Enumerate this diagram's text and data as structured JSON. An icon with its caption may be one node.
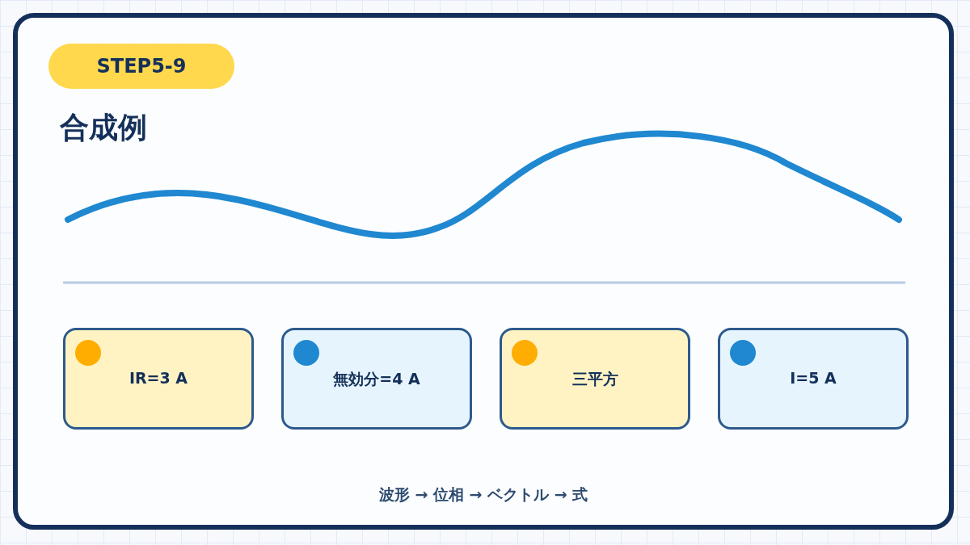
{
  "diagram": {
    "title": "合成例",
    "caption": "波形 → 位相 → ベクトル → 式",
    "nodes": [
      {
        "text": [
          "IR=3 A"
        ]
      },
      {
        "text": [
          "無効分=4 A"
        ]
      },
      {
        "text": [
          "三平方"
        ]
      },
      {
        "text": [
          "I=5 A"
        ]
      }
    ],
    "labels": [
      "STEP5-9"
    ]
  }
}
